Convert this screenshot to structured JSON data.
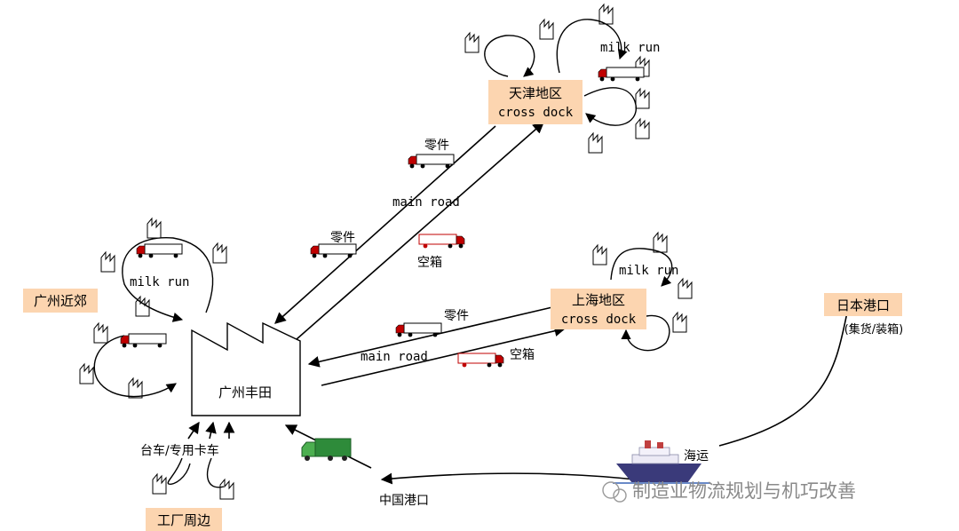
{
  "nodes": {
    "tianjin_line1": "天津地区",
    "tianjin_line2": "cross dock",
    "shanghai_line1": "上海地区",
    "shanghai_line2": "cross dock",
    "guangzhou_suburb": "广州近郊",
    "factory_area": "工厂周边",
    "japan_port": "日本港口",
    "japan_port_note": "(集货/装箱)",
    "factory": "广州丰田",
    "china_port": "中国港口"
  },
  "labels": {
    "milk_run_tianjin": "milk run",
    "milk_run_shanghai": "milk run",
    "milk_run_guangzhou": "milk run",
    "parts_tianjin_upper": "零件",
    "parts_tianjin_lower": "零件",
    "empty_tianjin": "空箱",
    "main_road_tianjin": "main road",
    "parts_shanghai": "零件",
    "empty_shanghai": "空箱",
    "main_road_shanghai": "main road",
    "trucks": "台车/专用卡车",
    "sea_freight": "海运"
  },
  "watermark": "制造业物流规划与机巧改善",
  "colors": {
    "node_fill": "#fcd5b0",
    "truck_cab": "#c00000",
    "green_truck": "#2e8b3a"
  }
}
